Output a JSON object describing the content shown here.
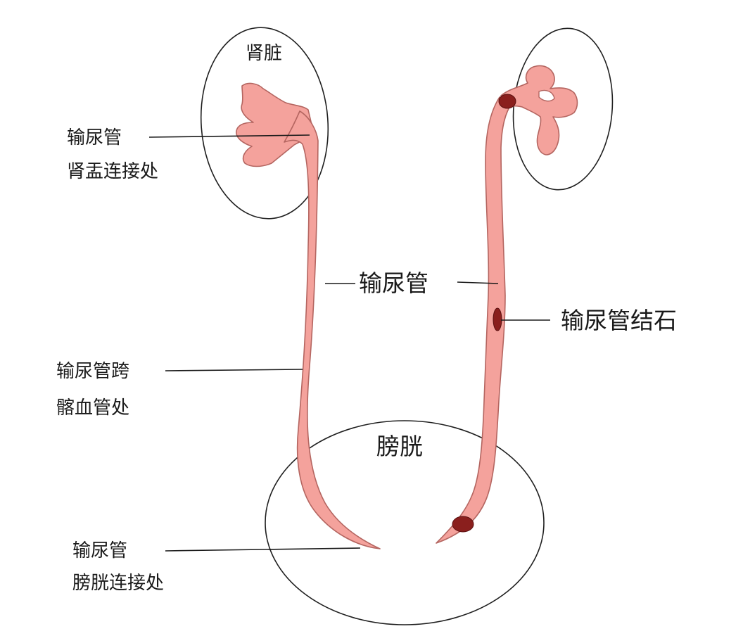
{
  "labels": {
    "kidney": "肾脏",
    "upj_line1": "输尿管",
    "upj_line2": "肾盂连接处",
    "ureter": "输尿管",
    "iliac_line1": "输尿管跨",
    "iliac_line2": "髂血管处",
    "bladder": "膀胱",
    "ureteral_stone": "输尿管结石",
    "uvj_line1": "输尿管",
    "uvj_line2": "膀胱连接处"
  },
  "colors": {
    "tissue_fill": "#f4a29c",
    "tissue_stroke": "#b46560",
    "stone": "#8a1f1d",
    "outline": "#1f1f1f",
    "background": "#ffffff"
  }
}
